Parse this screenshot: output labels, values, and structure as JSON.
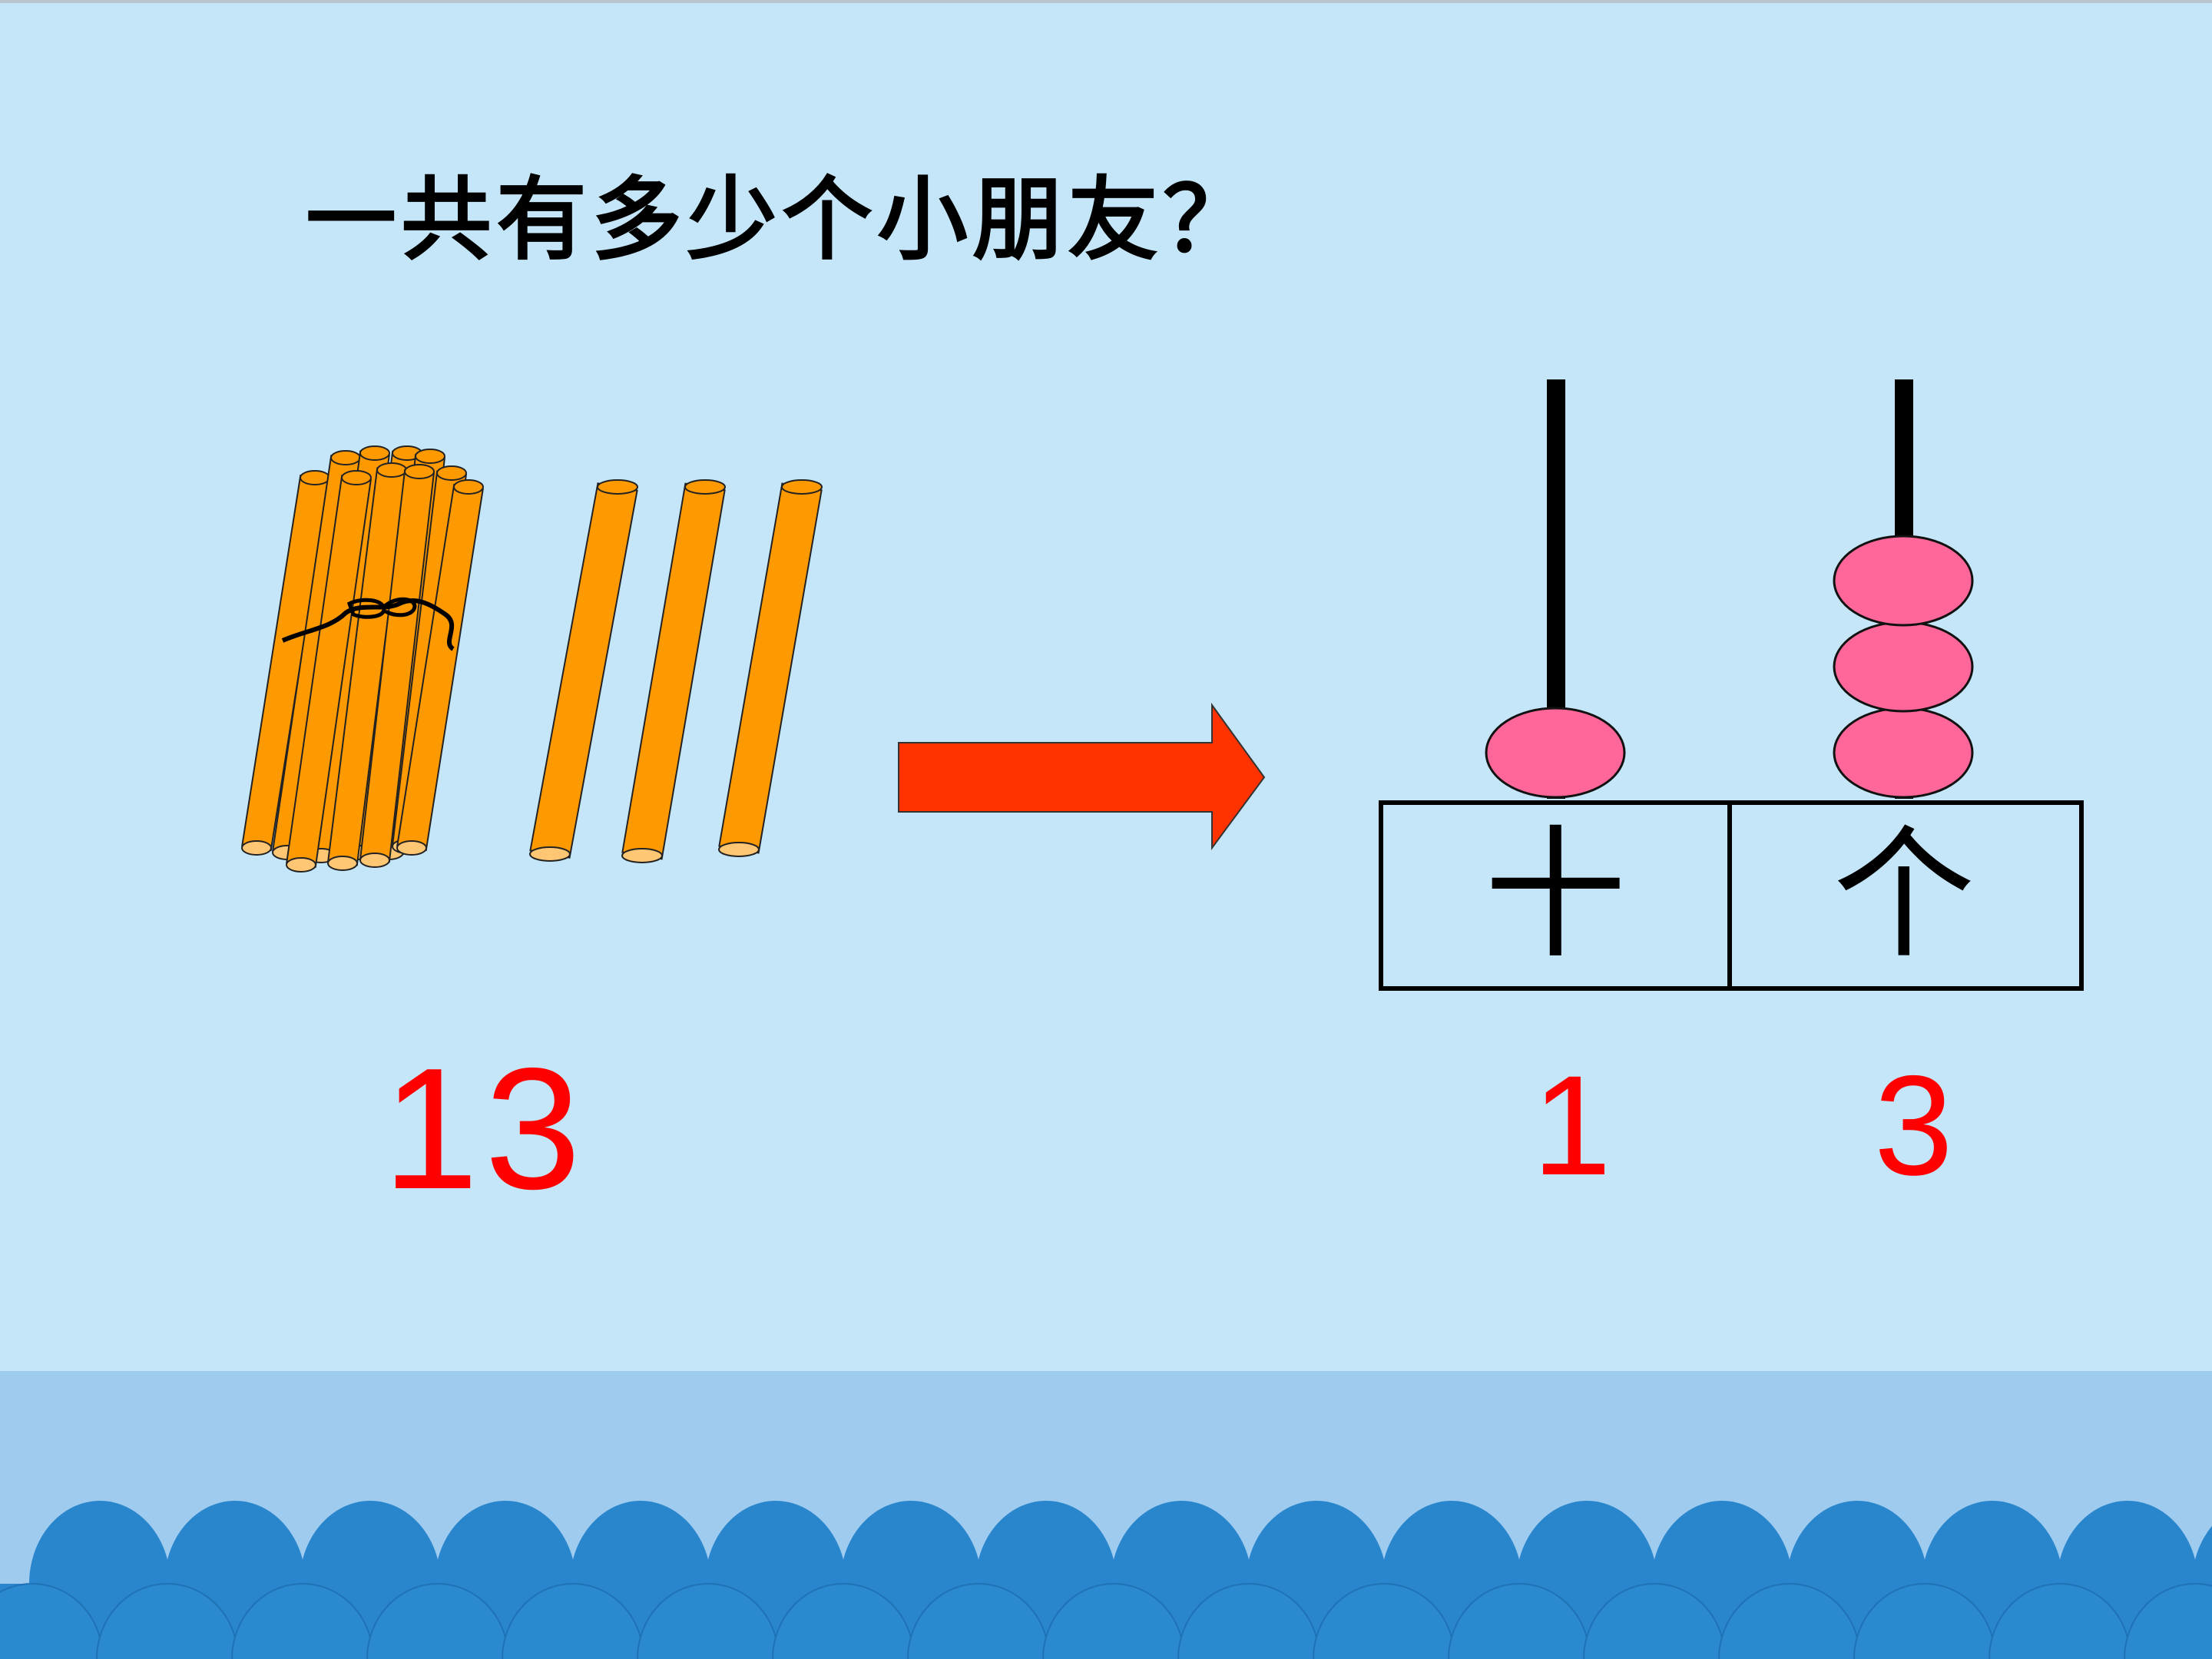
{
  "question": "一共有多少个小朋友？",
  "total_number": "13",
  "place_value": {
    "tens_label": "十",
    "ones_label": "个",
    "tens_digit": "1",
    "ones_digit": "3"
  },
  "counts": {
    "bundles_of_ten": 1,
    "single_sticks": 3,
    "tens_beads": 1,
    "ones_beads": 3
  },
  "colors": {
    "background": "#c5e6f8",
    "stick": "#ff9900",
    "arrow": "#ff3300",
    "bead": "#ff6699",
    "numbers": "#ff0000",
    "wave": "#2a86cc"
  },
  "icons": [
    "stick-bundle-icon",
    "single-stick-icon",
    "right-arrow-icon",
    "abacus-icon",
    "wave-pattern"
  ]
}
